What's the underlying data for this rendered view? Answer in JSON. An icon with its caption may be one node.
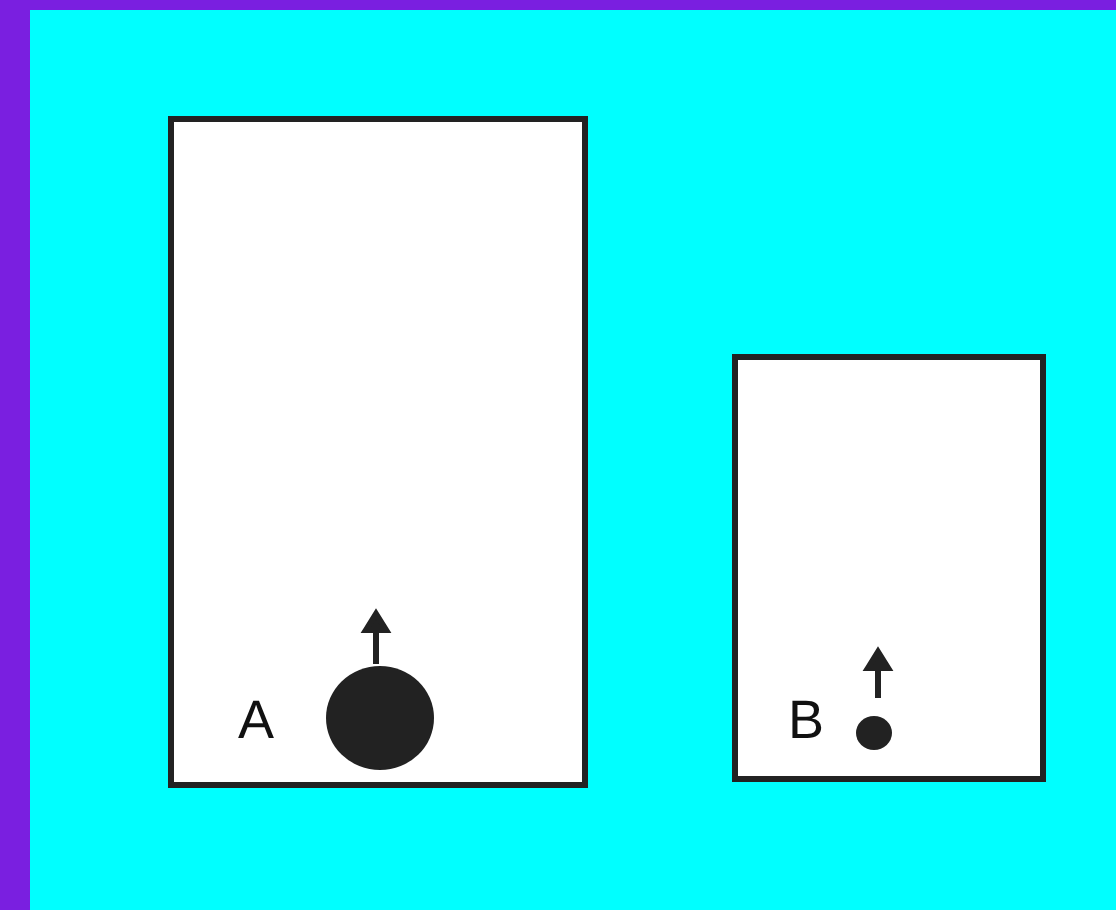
{
  "diagram": {
    "nodes": [
      {
        "text": [
          "A"
        ]
      },
      {
        "text": [],
        "shape": "circle",
        "in": 0
      },
      {
        "text": [
          "B"
        ]
      },
      {
        "text": [],
        "shape": "circle",
        "in": 2
      }
    ]
  }
}
